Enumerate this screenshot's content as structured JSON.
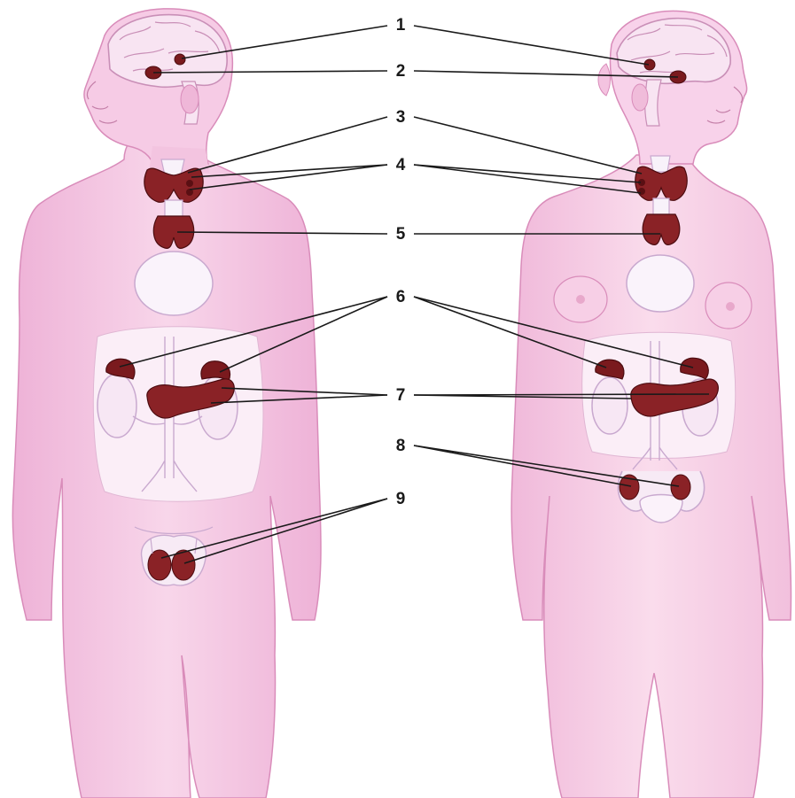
{
  "colors": {
    "skin": "#f4c6e2",
    "skin_edge": "#d98cba",
    "organ_pale": "#faf3fb",
    "organ_pale_edge": "#c9a9cf",
    "gland": "#7a1a1e",
    "gland_dark": "#4c0c10",
    "brain": "#f8e4f2",
    "brain_line": "#c98fb7",
    "line": "#1a1a1a"
  },
  "labels": [
    "1",
    "2",
    "3",
    "4",
    "5",
    "6",
    "7",
    "8",
    "9"
  ]
}
